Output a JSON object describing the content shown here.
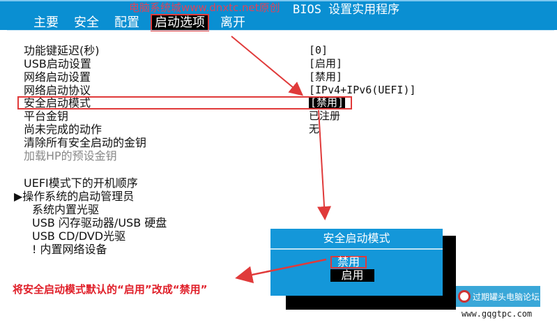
{
  "header": {
    "title": "BIOS 设置实用程序",
    "watermark": "电脑系统城www.dnxtc.net原创",
    "tabs": [
      {
        "label": "主要"
      },
      {
        "label": "安全"
      },
      {
        "label": "配置"
      },
      {
        "label": "启动选项",
        "active": true
      },
      {
        "label": "离开"
      }
    ]
  },
  "settings": [
    {
      "label": "功能键延迟(秒)",
      "value": "[0]"
    },
    {
      "label": "USB启动设置",
      "value": "[启用]"
    },
    {
      "label": "网络启动设置",
      "value": "[禁用]"
    },
    {
      "label": "网络启动协议",
      "value": "[IPv4+IPv6(UEFI)]"
    },
    {
      "label": "安全启动模式",
      "value": "[禁用]",
      "selected": true
    },
    {
      "label": "平台金钥",
      "value": "已注册"
    },
    {
      "label": "尚未完成的动作",
      "value": "无"
    },
    {
      "label": "清除所有安全启动的金钥",
      "value": ""
    },
    {
      "label": "加载HP的预设金钥",
      "value": "",
      "disabled": true
    }
  ],
  "boot_order": {
    "title": "UEFI模式下的开机顺序",
    "items": [
      "▶操作系统的启动管理员",
      "系统内置光驱",
      "USB 闪存驱动器/USB 硬盘",
      "USB CD/DVD光驱",
      "! 内置网络设备"
    ]
  },
  "popup": {
    "title": "安全启动模式",
    "options": [
      "禁用",
      "启用"
    ]
  },
  "annotation": "将安全启动模式默认的“启用”改成“禁用”",
  "logo": {
    "name": "过期罐头电脑论坛",
    "site": "www.gqgtpc.com"
  },
  "colors": {
    "header": "#0a8fd2",
    "highlight": "#e03a3a",
    "popup": "#1497d9"
  }
}
